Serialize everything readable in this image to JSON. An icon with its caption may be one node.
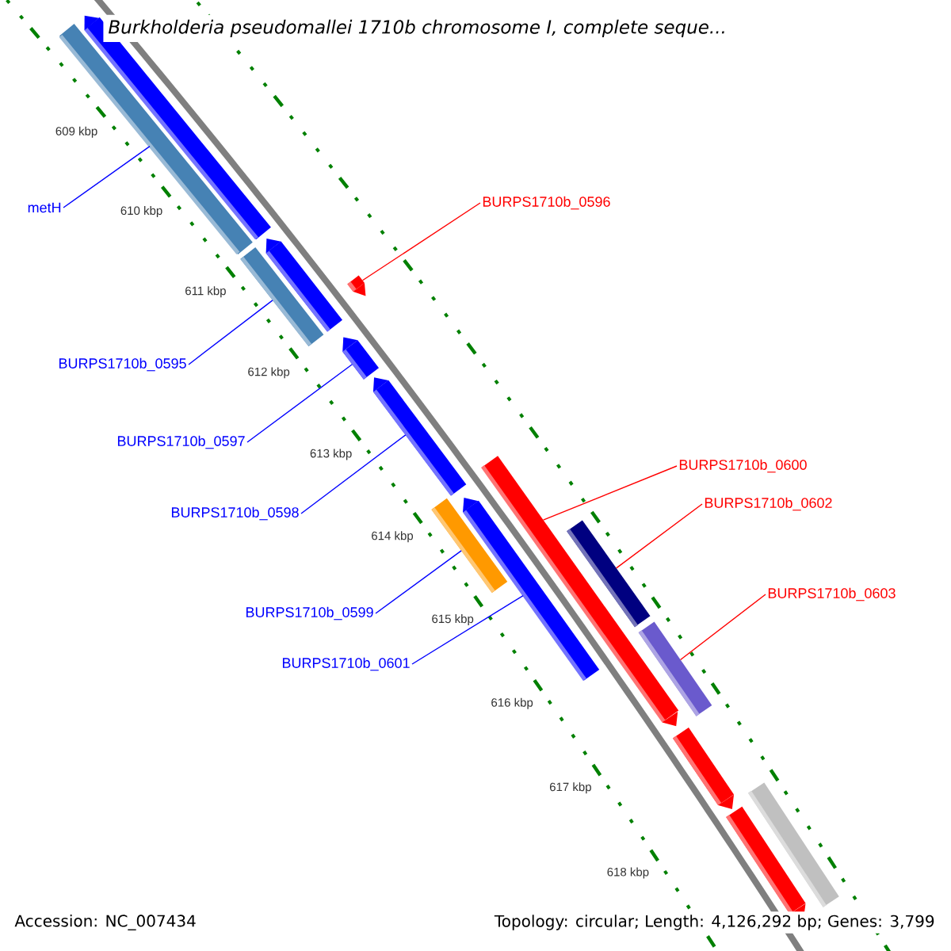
{
  "diagram": {
    "title": "Burkholderia pseudomallei 1710b chromosome I, complete seque...",
    "nodes": [
      {
        "text": [
          "BURPS1710b_0596"
        ]
      },
      {
        "text": [
          "metH"
        ]
      },
      {
        "text": [
          "BURPS1710b_0595"
        ]
      },
      {
        "text": [
          "BURPS1710b_0597"
        ]
      },
      {
        "text": [
          "BURPS1710b_0600"
        ]
      },
      {
        "text": [
          "BURPS1710b_0602"
        ]
      },
      {
        "text": [
          "BURPS1710b_0598"
        ]
      },
      {
        "text": [
          "BURPS1710b_0603"
        ]
      },
      {
        "text": [
          "BURPS1710b_0599"
        ]
      },
      {
        "text": [
          "BURPS1710b_0601"
        ]
      },
      {
        "text": [],
        "shape": "bar"
      },
      {
        "text": [],
        "shape": "bar"
      },
      {
        "text": [],
        "shape": "bar"
      },
      {
        "text": [],
        "shape": "bar"
      },
      {
        "text": [],
        "shape": "bar"
      },
      {
        "text": [],
        "shape": "bar"
      },
      {
        "text": [],
        "shape": "bar"
      },
      {
        "text": [],
        "shape": "bar"
      },
      {
        "text": [],
        "shape": "bar"
      },
      {
        "text": [],
        "shape": "bar"
      },
      {
        "text": [],
        "shape": "bar"
      },
      {
        "text": [],
        "shape": "bar"
      },
      {
        "text": [],
        "shape": "bar"
      },
      {
        "text": [],
        "shape": "bar"
      },
      {
        "text": [],
        "shape": "bar"
      }
    ],
    "edges": [
      {
        "from": 0,
        "to": 14,
        "arrow": "none",
        "color": "#ff0000"
      },
      {
        "from": 1,
        "to": 10,
        "arrow": "none"
      },
      {
        "from": 2,
        "to": 12,
        "arrow": "none"
      },
      {
        "from": 3,
        "to": 15,
        "arrow": "none"
      },
      {
        "from": 4,
        "to": 17,
        "arrow": "none",
        "color": "#ff0000"
      },
      {
        "from": 5,
        "to": 20,
        "arrow": "none",
        "color": "#ff0000"
      },
      {
        "from": 6,
        "to": 16,
        "arrow": "none"
      },
      {
        "from": 7,
        "to": 21,
        "arrow": "none",
        "color": "#ff0000"
      },
      {
        "from": 8,
        "to": 18,
        "arrow": "none"
      },
      {
        "from": 9,
        "to": 19,
        "arrow": "none"
      }
    ],
    "labels": [
      "609 kbp",
      "610 kbp",
      "611 kbp",
      "612 kbp",
      "613 kbp",
      "614 kbp",
      "615 kbp",
      "616 kbp",
      "617 kbp",
      "618 kbp",
      "Accession: NC_007434",
      "Topology: circular; Length: 4,126,292 bp; Genes: 3,799"
    ]
  }
}
